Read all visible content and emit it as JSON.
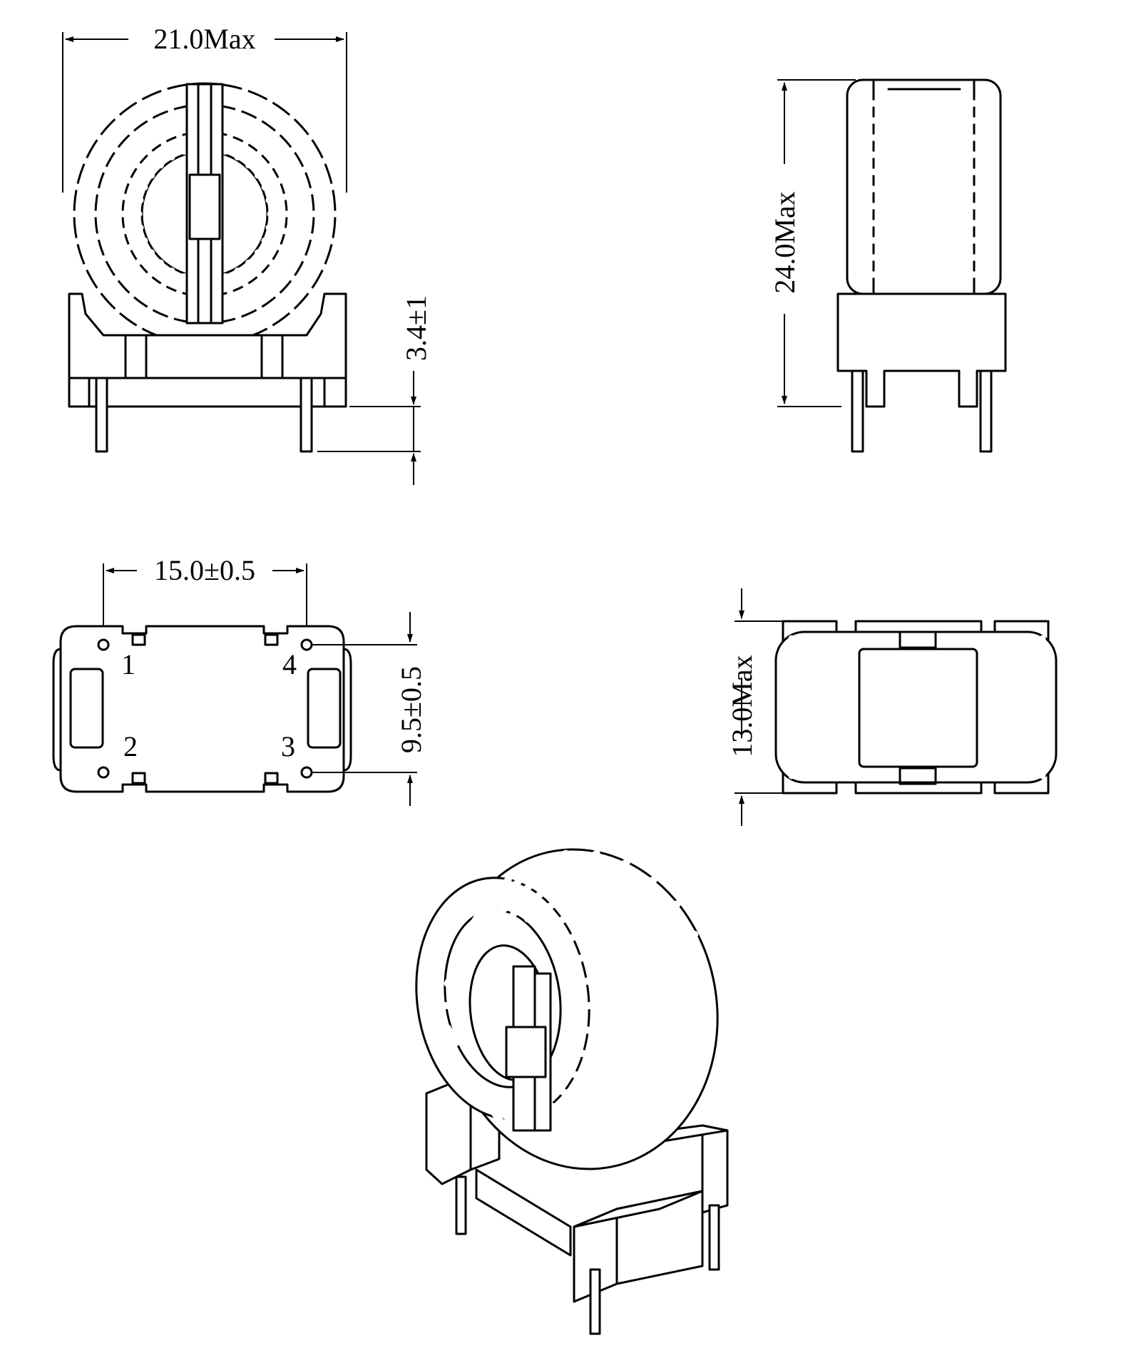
{
  "dimensions": {
    "front_width": "21.0Max",
    "pin_length": "3.4±1",
    "side_height": "24.0Max",
    "pin_pitch": "15.0±0.5",
    "pin_row_spacing": "9.5±0.5",
    "top_depth": "13.0Max"
  },
  "pins": [
    "1",
    "2",
    "3",
    "4"
  ],
  "colors": {
    "line": "#000000",
    "background": "#ffffff"
  }
}
